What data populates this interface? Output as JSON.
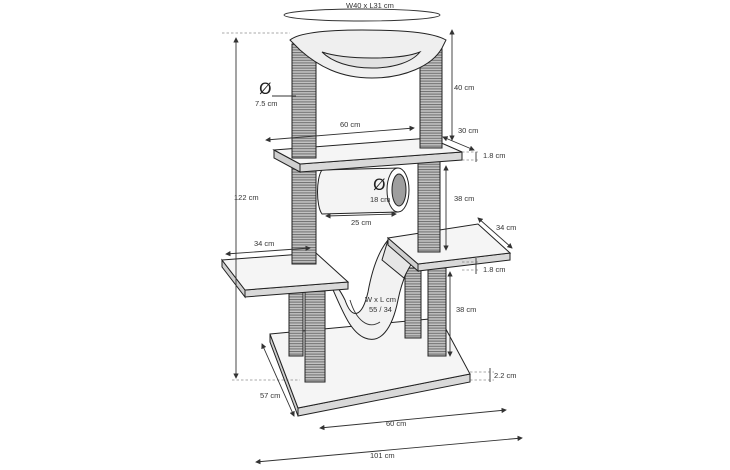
{
  "colors": {
    "outline": "#222222",
    "platform_top": "#f4f4f4",
    "platform_edge": "#d9d9d9",
    "post_fill": "#bdbdbd",
    "post_stripe": "#6e6e6e",
    "fabric": "#f2f2f2",
    "dimension_line": "#333333"
  },
  "labels": {
    "hammock_size": "W40 x L31 cm",
    "top_post_height": "40 cm",
    "post_diameter": "7.5 cm",
    "top_shelf_width": "60 cm",
    "top_shelf_depth": "30 cm",
    "top_shelf_thickness": "1.8 cm",
    "tunnel_diameter": "18 cm",
    "tunnel_length": "25 cm",
    "middle_post_height": "38 cm",
    "right_shelf_depth": "34 cm",
    "total_height": "122 cm",
    "left_shelf_depth": "34 cm",
    "right_shelf_thickness": "1.8 cm",
    "sling_size_line1": "W x L cm",
    "sling_size_line2": "55 / 34",
    "lower_post_height": "38 cm",
    "base_thickness": "2.2 cm",
    "base_depth": "57 cm",
    "base_width": "60 cm",
    "total_width": "101 cm"
  },
  "symbols": {
    "diameter": "Ø"
  }
}
